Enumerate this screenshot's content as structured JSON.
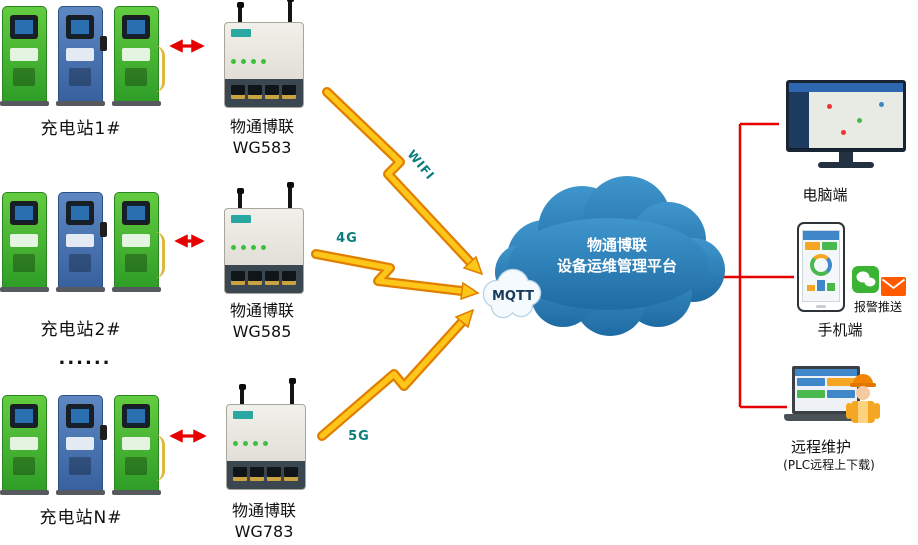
{
  "stations": [
    {
      "label": "充电站1#"
    },
    {
      "label": "充电站2#"
    },
    {
      "label": "充电站N#"
    }
  ],
  "ellipsis": "......",
  "gateways": [
    {
      "brand": "物通博联",
      "model": "WG583"
    },
    {
      "brand": "物通博联",
      "model": "WG585"
    },
    {
      "brand": "物通博联",
      "model": "WG783"
    }
  ],
  "links": [
    {
      "label": "WIFI"
    },
    {
      "label": "4G"
    },
    {
      "label": "5G"
    }
  ],
  "mqtt_label": "MQTT",
  "platform": {
    "line1": "物通博联",
    "line2": "设备运维管理平台"
  },
  "endpoints": {
    "pc": {
      "label": "电脑端"
    },
    "mobile": {
      "label": "手机端",
      "push_label": "报警推送"
    },
    "remote": {
      "label": "远程维护",
      "note": "(PLC远程上下载)"
    }
  },
  "colors": {
    "platform_cloud_blue": "#2a77ad",
    "lightning_yellow": "#ffc61a",
    "lightning_outline": "#e07e00",
    "connection_red": "#e60000",
    "link_label_teal": "#0a7d7d"
  }
}
